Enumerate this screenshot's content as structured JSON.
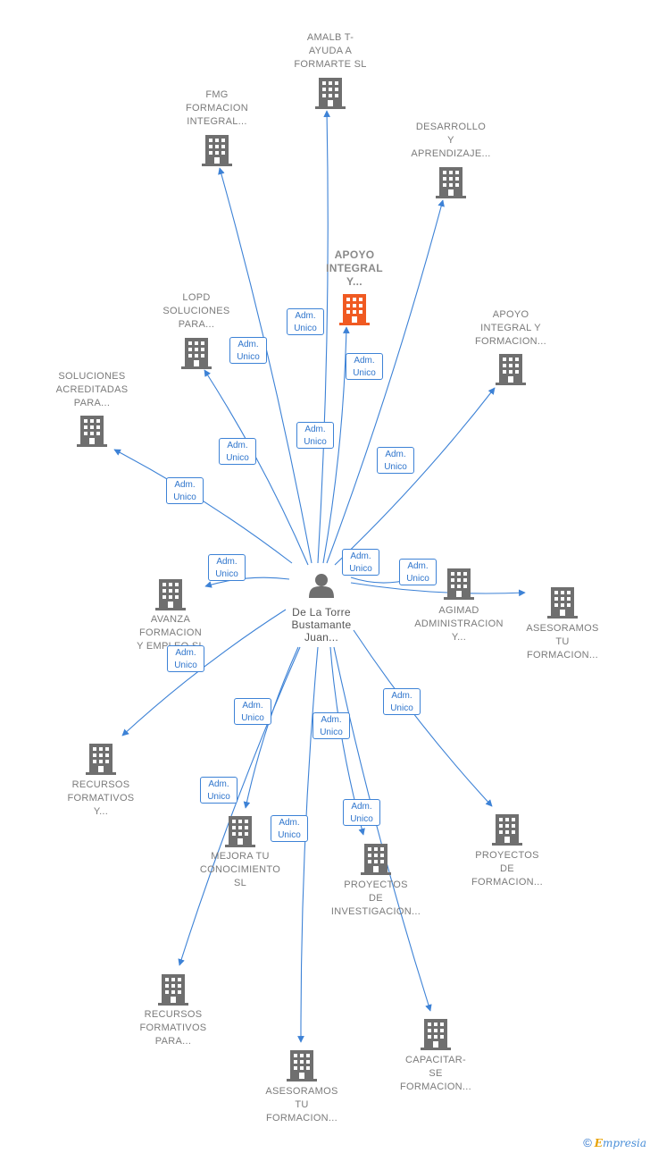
{
  "center": {
    "label": "De La Torre\nBustamante\nJuan..."
  },
  "nodes": [
    {
      "id": "n1",
      "label": "AMALB T-\nAYUDA A\nFORMARTE  SL"
    },
    {
      "id": "n2",
      "label": "FMG\nFORMACION\nINTEGRAL..."
    },
    {
      "id": "n3",
      "label": "DESARROLLO\nY\nAPRENDIZAJE..."
    },
    {
      "id": "n4",
      "label": "APOYO\nINTEGRAL\nY...",
      "focus": true
    },
    {
      "id": "n5",
      "label": "LOPD\nSOLUCIONES\nPARA..."
    },
    {
      "id": "n6",
      "label": "APOYO\nINTEGRAL Y\nFORMACION..."
    },
    {
      "id": "n7",
      "label": "SOLUCIONES\nACREDITADAS\nPARA..."
    },
    {
      "id": "n8",
      "label": "AVANZA\nFORMACION\nY EMPLEO  SL"
    },
    {
      "id": "n9",
      "label": "AGIMAD\nADMINISTRACION\nY..."
    },
    {
      "id": "n10",
      "label": "ASESORAMOS\nTU\nFORMACION..."
    },
    {
      "id": "n11",
      "label": "RECURSOS\nFORMATIVOS\nY..."
    },
    {
      "id": "n12",
      "label": "MEJORA TU\nCONOCIMIENTO\nSL"
    },
    {
      "id": "n13",
      "label": "PROYECTOS\nDE\nINVESTIGACION..."
    },
    {
      "id": "n14",
      "label": "PROYECTOS\nDE\nFORMACION..."
    },
    {
      "id": "n15",
      "label": "RECURSOS\nFORMATIVOS\nPARA..."
    },
    {
      "id": "n16",
      "label": "ASESORAMOS\nTU\nFORMACION..."
    },
    {
      "id": "n17",
      "label": "CAPACITAR-\nSE\nFORMACION..."
    }
  ],
  "role_label": "Adm.\nUnico",
  "colors": {
    "edge": "#3d82d6",
    "building": "#6f6f6f",
    "building_focus": "#f05a22",
    "person": "#6f6f6f"
  },
  "footer": {
    "copyright": "©",
    "brand_first": "E",
    "brand_rest": "mpresia"
  }
}
